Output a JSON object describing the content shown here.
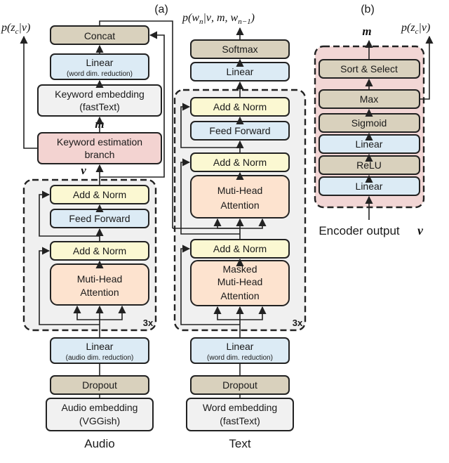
{
  "panels": {
    "a_label": "(a)",
    "b_label": "(b)"
  },
  "outputs": {
    "keyword_prob": "p(z",
    "keyword_prob_sub": "c",
    "keyword_prob_rest": "|ν)",
    "word_prob": "p(w",
    "word_prob_sub": "n",
    "word_prob_rest": "|ν, m, w",
    "word_prob_sub2": "n−1",
    "word_prob_end": ")",
    "m_symbol": "m",
    "nu_symbol": "ν"
  },
  "encoder": {
    "concat": "Concat",
    "linear_word_reduce": "Linear",
    "linear_word_reduce_sub": "(word dim. reduction)",
    "keyword_embedding": "Keyword embedding",
    "keyword_embedding_sub": "(fastText)",
    "keyword_estimation": "Keyword estimation",
    "keyword_estimation_sub": "branch",
    "add_norm_top": "Add & Norm",
    "feed_forward": "Feed Forward",
    "add_norm_bottom": "Add & Norm",
    "mha": "Muti-Head",
    "mha_sub": "Attention",
    "repeat": "3x",
    "linear_audio": "Linear",
    "linear_audio_sub": "(audio dim. reduction)",
    "dropout": "Dropout",
    "audio_embedding": "Audio embedding",
    "audio_embedding_sub": "(VGGish)",
    "caption": "Audio"
  },
  "decoder": {
    "softmax": "Softmax",
    "linear_top": "Linear",
    "add_norm_3": "Add & Norm",
    "feed_forward": "Feed Forward",
    "add_norm_2": "Add & Norm",
    "mha": "Muti-Head",
    "mha_sub": "Attention",
    "add_norm_1": "Add & Norm",
    "masked_mha_1": "Masked",
    "masked_mha_2": "Muti-Head",
    "masked_mha_3": "Attention",
    "repeat": "3x",
    "linear_word": "Linear",
    "linear_word_sub": "(word dim. reduction)",
    "dropout": "Dropout",
    "word_embedding": "Word embedding",
    "word_embedding_sub": "(fastText)",
    "caption": "Text"
  },
  "keyword_branch": {
    "sort_select": "Sort & Select",
    "max": "Max",
    "sigmoid": "Sigmoid",
    "linear_2": "Linear",
    "relu": "ReLU",
    "linear_1": "Linear",
    "input_label": "Encoder output",
    "input_symbol": "ν"
  },
  "colors": {
    "beige": "#d9d1bd",
    "blue": "#dcebf5",
    "yellow": "#fbf8d2",
    "orange": "#fde3cf",
    "pink": "#f3d3d1",
    "grey": "#f1f1f1",
    "panel": "#f0f0f0",
    "panel_pink": "#f2d6d5"
  }
}
